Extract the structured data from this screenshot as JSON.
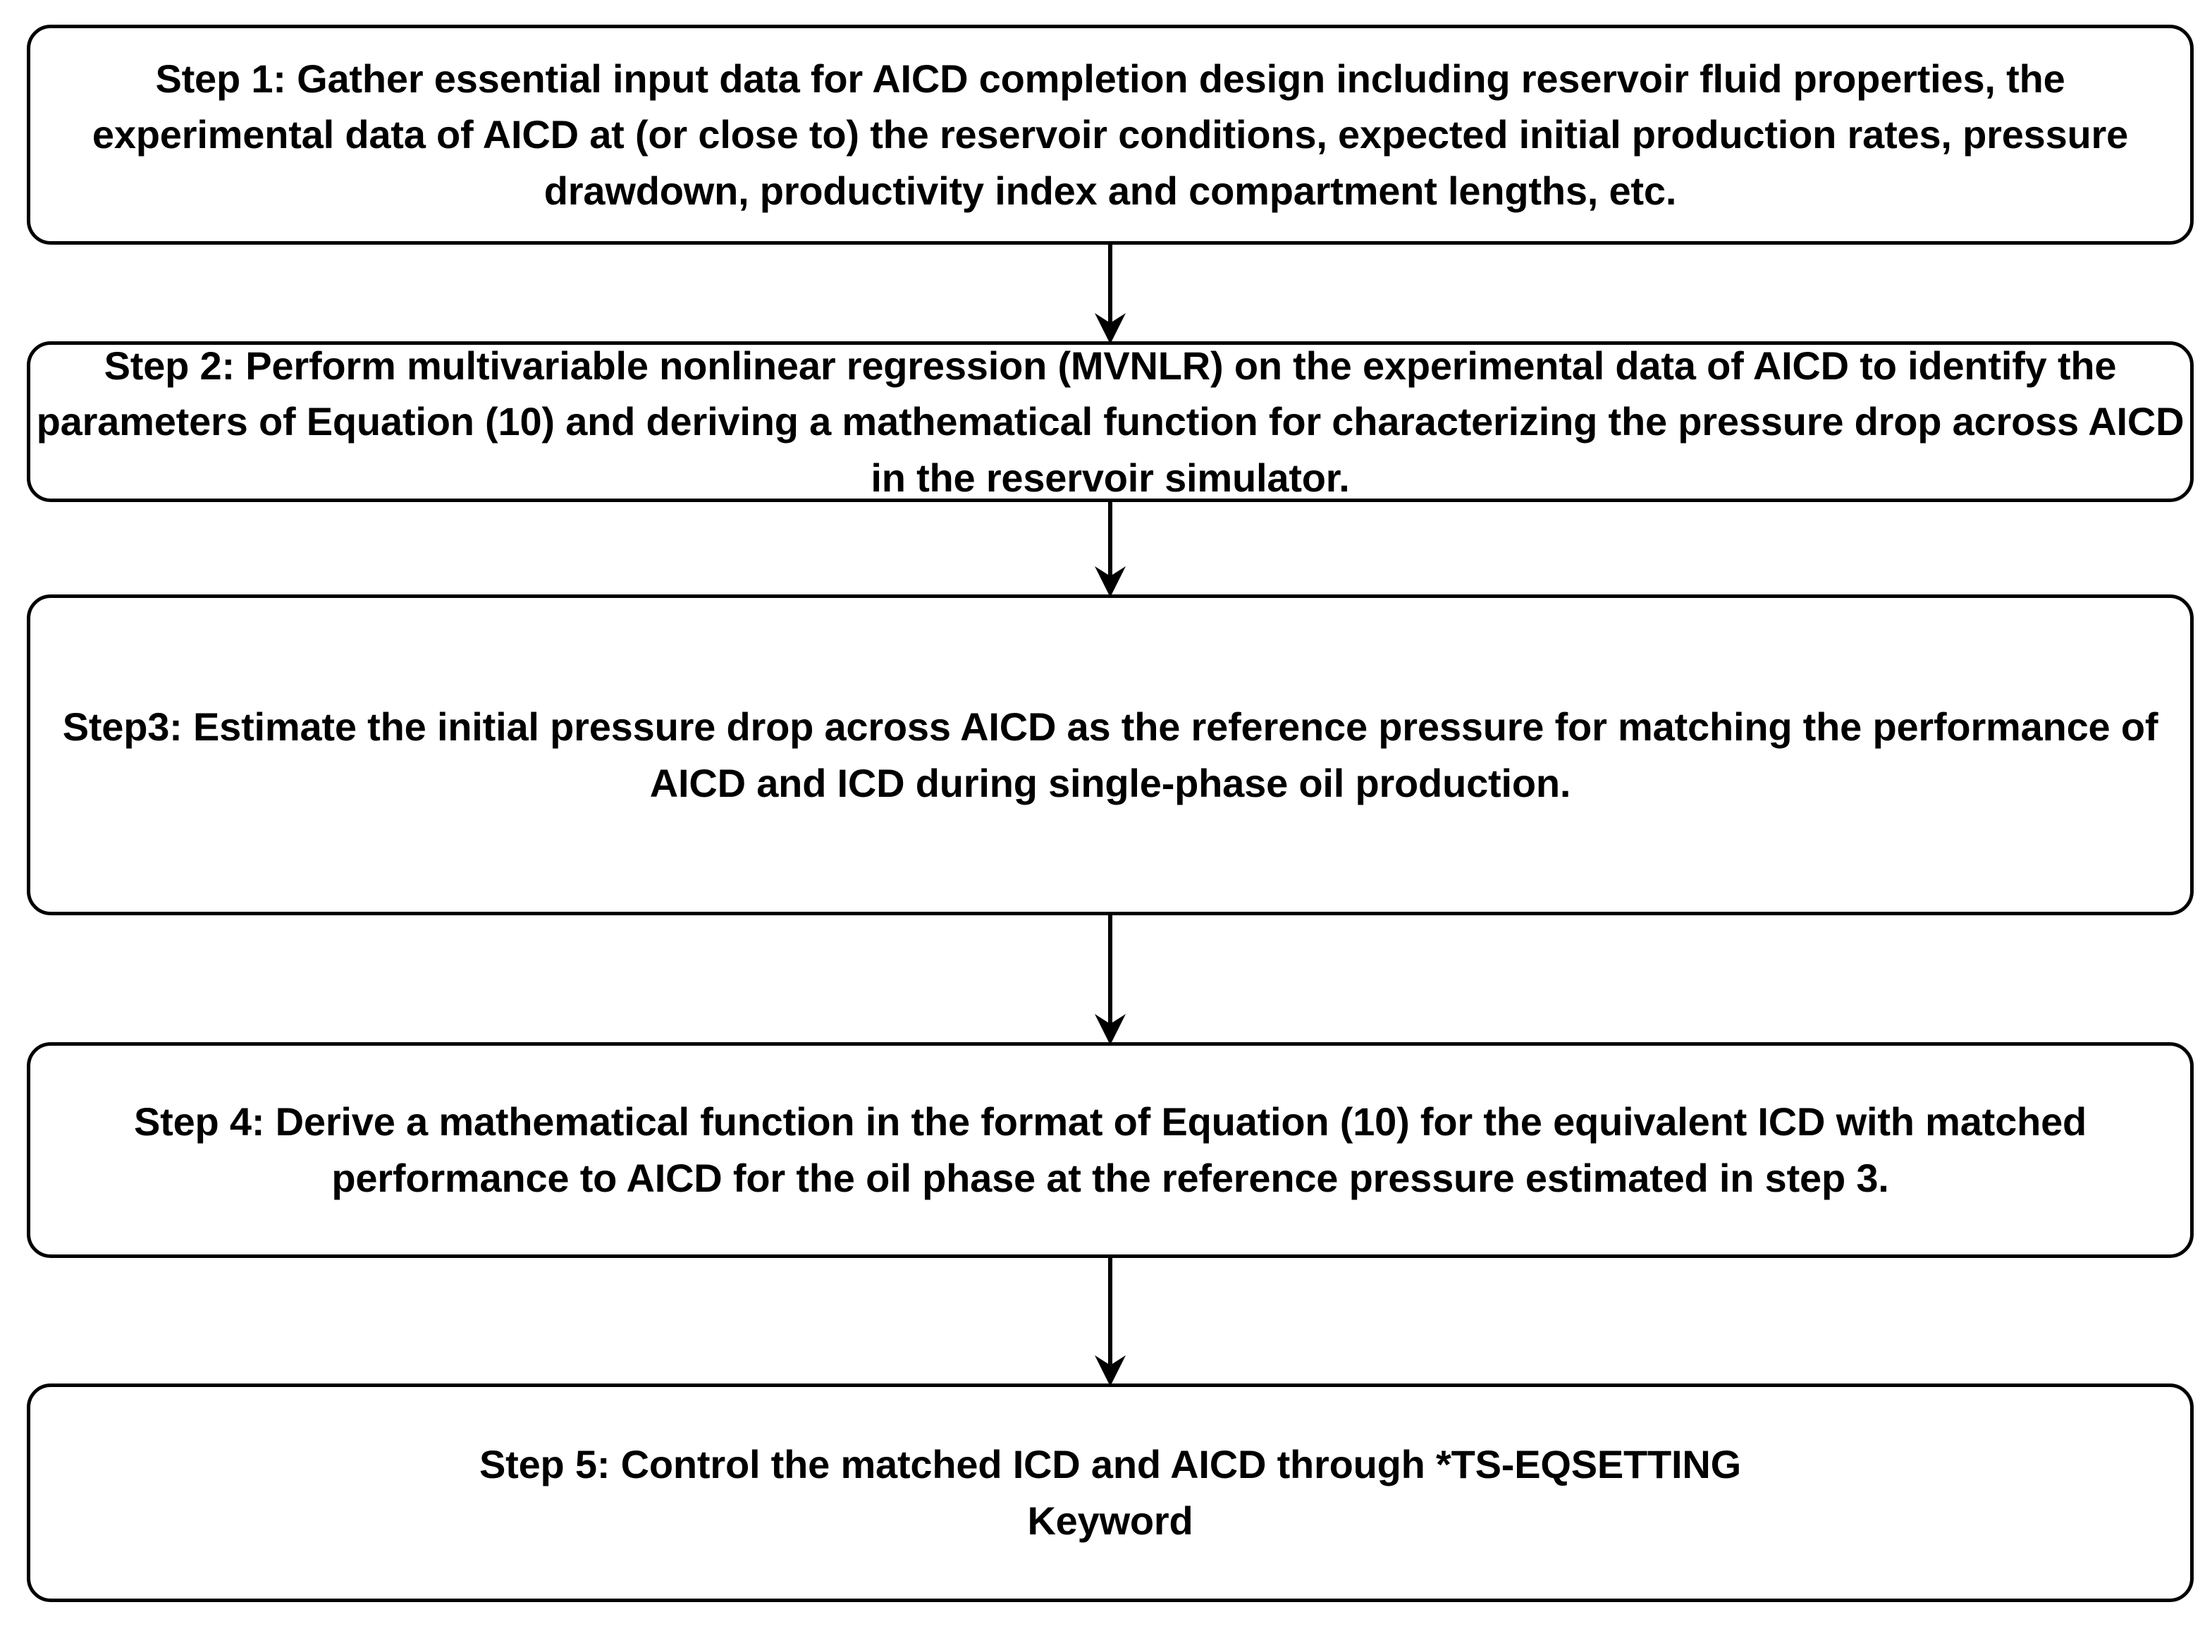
{
  "document": {
    "type": "flowchart",
    "title": "AICD completion design workflow",
    "orientation": "top-to-bottom",
    "background_color": "#ffffff",
    "line_color": "#000000",
    "text_color": "#000000"
  },
  "steps": [
    {
      "id": "step-1",
      "label": "Step 1",
      "text": "Step 1: Gather essential input data for AICD completion design including reservoir fluid properties, the experimental data of AICD at (or close to) the reservoir conditions, expected initial production rates, pressure drawdown, productivity index and compartment lengths, etc."
    },
    {
      "id": "step-2",
      "label": "Step 2",
      "text": "Step 2: Perform multivariable nonlinear regression (MVNLR) on the experimental data of AICD to identify the parameters of Equation (10) and deriving a mathematical function for characterizing the pressure drop across AICD in the reservoir simulator."
    },
    {
      "id": "step-3",
      "label": "Step3",
      "text": "Step3: Estimate the initial pressure drop across AICD as the reference pressure for matching the performance of AICD and ICD during single-phase oil production."
    },
    {
      "id": "step-4",
      "label": "Step 4",
      "text": "Step 4: Derive a mathematical function in the format of Equation (10) for the equivalent ICD with matched performance to AICD for the oil phase at the reference pressure estimated in step 3."
    },
    {
      "id": "step-5",
      "label": "Step 5",
      "text": "Step 5: Control the matched ICD and AICD through *TS-EQSETTING\nKeyword"
    }
  ],
  "connectors": [
    {
      "id": "arrow-1",
      "from": "step-1",
      "to": "step-2",
      "icon": "down-arrow-icon"
    },
    {
      "id": "arrow-2",
      "from": "step-2",
      "to": "step-3",
      "icon": "down-arrow-icon"
    },
    {
      "id": "arrow-3",
      "from": "step-3",
      "to": "step-4",
      "icon": "down-arrow-icon"
    },
    {
      "id": "arrow-4",
      "from": "step-4",
      "to": "step-5",
      "icon": "down-arrow-icon"
    }
  ]
}
